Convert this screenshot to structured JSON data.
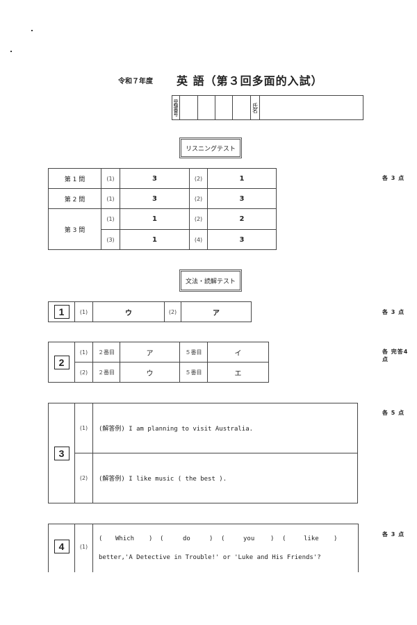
{
  "header": {
    "year": "令和７年度",
    "title": "英 語（第３回多面的入試）"
  },
  "id_box": {
    "exam_number_label": "受験番号",
    "name_label": "氏名"
  },
  "listening": {
    "label": "リスニングテスト",
    "points": "各 3 点",
    "rows": [
      {
        "q": "第 1 問",
        "items": [
          {
            "n": "(1)",
            "a": "3"
          },
          {
            "n": "(2)",
            "a": "1"
          }
        ]
      },
      {
        "q": "第 2 問",
        "items": [
          {
            "n": "(1)",
            "a": "3"
          },
          {
            "n": "(2)",
            "a": "3"
          }
        ]
      },
      {
        "q": "第 3 問",
        "items": [
          {
            "n": "(1)",
            "a": "1"
          },
          {
            "n": "(2)",
            "a": "2"
          },
          {
            "n": "(3)",
            "a": "1"
          },
          {
            "n": "(4)",
            "a": "3"
          }
        ]
      }
    ]
  },
  "grammar": {
    "label": "文法・読解テスト",
    "q1": {
      "num": "1",
      "points": "各 3 点",
      "items": [
        {
          "n": "(1)",
          "a": "ウ"
        },
        {
          "n": "(2)",
          "a": "ア"
        }
      ]
    },
    "q2": {
      "num": "2",
      "points": "各 完答4 点",
      "rows": [
        {
          "n": "(1)",
          "l1": "２番目",
          "a1": "ア",
          "l2": "５番目",
          "a2": "イ"
        },
        {
          "n": "(2)",
          "l1": "２番目",
          "a1": "ウ",
          "l2": "５番目",
          "a2": "エ"
        }
      ]
    },
    "q3": {
      "num": "3",
      "points": "各 5 点",
      "rows": [
        {
          "n": "(1)",
          "a": "(解答例) I am planning to visit Australia."
        },
        {
          "n": "(2)",
          "a": "(解答例) I like music ( the best )."
        }
      ]
    },
    "q4": {
      "num": "4",
      "points": "各 3 点",
      "rows": [
        {
          "n": "(1)",
          "words": [
            "(",
            "Which",
            ")",
            "(",
            "do",
            ")",
            "(",
            "you",
            ")",
            "(",
            "like",
            ")"
          ],
          "line2": "better,'A Detective in Trouble!' or 'Luke and His Friends'?"
        }
      ]
    }
  }
}
